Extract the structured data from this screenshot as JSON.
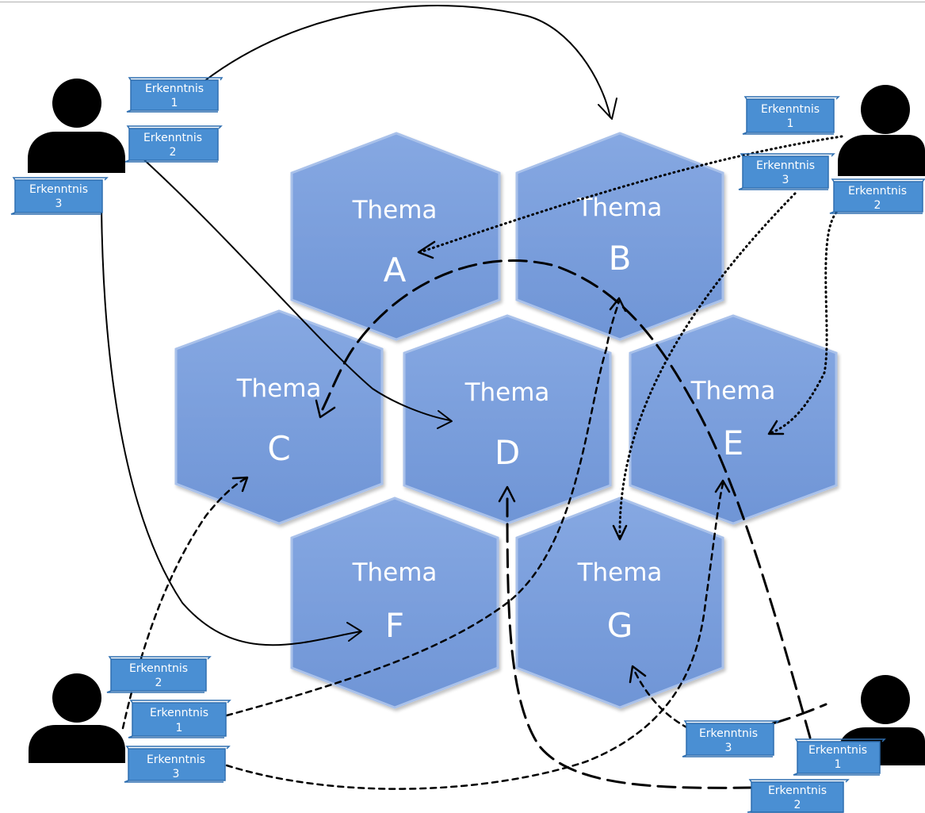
{
  "diagram": {
    "colors": {
      "hex_fill": "#7a9fdd",
      "hex_edge": "#9fb9e8",
      "note_fill": "#4a8fd3",
      "note_edge": "#2f6fb0",
      "person": "#000000",
      "arrow": "#000000"
    },
    "themes": [
      {
        "id": "A",
        "title": "Thema",
        "letter": "A"
      },
      {
        "id": "B",
        "title": "Thema",
        "letter": "B"
      },
      {
        "id": "C",
        "title": "Thema",
        "letter": "C"
      },
      {
        "id": "D",
        "title": "Thema",
        "letter": "D"
      },
      {
        "id": "E",
        "title": "Thema",
        "letter": "E"
      },
      {
        "id": "F",
        "title": "Thema",
        "letter": "F"
      },
      {
        "id": "G",
        "title": "Thema",
        "letter": "G"
      }
    ],
    "participants": [
      {
        "id": "top-left",
        "line_style": "solid",
        "notes": [
          {
            "label": "Erkenntnis",
            "number": "1",
            "target": "B"
          },
          {
            "label": "Erkenntnis",
            "number": "2",
            "target": "D"
          },
          {
            "label": "Erkenntnis",
            "number": "3",
            "target": "F"
          }
        ]
      },
      {
        "id": "top-right",
        "line_style": "dotted",
        "notes": [
          {
            "label": "Erkenntnis",
            "number": "1",
            "target": "A"
          },
          {
            "label": "Erkenntnis",
            "number": "3",
            "target": "G"
          },
          {
            "label": "Erkenntnis",
            "number": "2",
            "target": "E"
          }
        ]
      },
      {
        "id": "bottom-left",
        "line_style": "short-dashed",
        "notes": [
          {
            "label": "Erkenntnis",
            "number": "2",
            "target": "C"
          },
          {
            "label": "Erkenntnis",
            "number": "1",
            "target": "B"
          },
          {
            "label": "Erkenntnis",
            "number": "3",
            "target": "E"
          }
        ]
      },
      {
        "id": "bottom-right",
        "line_style": "long-dashed",
        "notes": [
          {
            "label": "Erkenntnis",
            "number": "3",
            "target": "G"
          },
          {
            "label": "Erkenntnis",
            "number": "1",
            "target": "C"
          },
          {
            "label": "Erkenntnis",
            "number": "2",
            "target": "D"
          }
        ]
      }
    ]
  }
}
